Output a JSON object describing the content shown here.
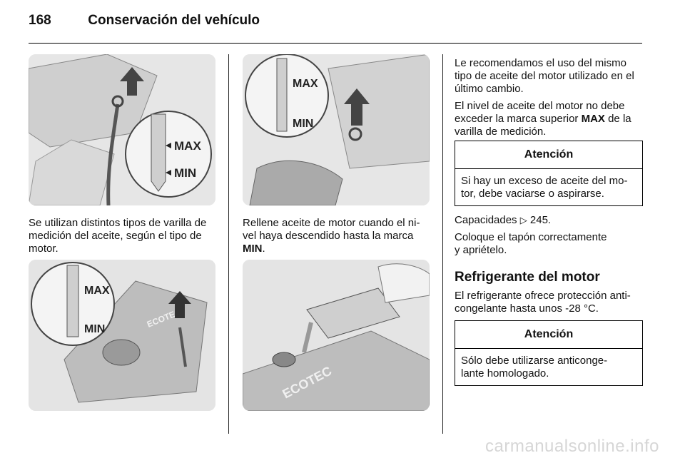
{
  "header": {
    "page_number": "168",
    "title": "Conservación del vehículo"
  },
  "col1": {
    "fig1_labels": {
      "max": "MAX",
      "min": "MIN"
    },
    "paragraph": [
      "Se utilizan distintos tipos de varilla de",
      "medición del aceite, según el tipo de",
      "motor."
    ],
    "fig2_labels": {
      "max": "MAX",
      "min": "MIN",
      "brand": "ECOTEC"
    }
  },
  "col2": {
    "fig1_labels": {
      "max": "MAX",
      "min": "MIN"
    },
    "paragraph": [
      "Rellene aceite de motor cuando el ni-",
      "vel haya descendido hasta la marca"
    ],
    "paragraph_mark": "MIN",
    "fig2_labels": {
      "brand": "ECOTEC"
    }
  },
  "col3": {
    "para1": [
      "Le recomendamos el uso del mismo",
      "tipo de aceite del motor utilizado en el",
      "último cambio."
    ],
    "para2_lines": [
      "El nivel de aceite del motor no debe"
    ],
    "para2_before": "exceder la marca superior ",
    "para2_mark": "MAX",
    "para2_after": " de la",
    "para2_end": "varilla de medición.",
    "attention1": {
      "title": "Atención",
      "lines": [
        "Si hay un exceso de aceite del mo-",
        "tor, debe vaciarse o aspirarse."
      ]
    },
    "capacities_label": "Capacidades",
    "capacities_ref_icon": "arrow-ref-icon",
    "capacities_page": "245.",
    "para4": [
      "Coloque el tapón correctamente",
      "y apriételo."
    ],
    "section_title": "Refrigerante del motor",
    "para5": [
      "El refrigerante ofrece protección anti-",
      "congelante hasta unos -28 °C."
    ],
    "attention2": {
      "title": "Atención",
      "lines": [
        "Sólo debe utilizarse anticonge-",
        "lante homologado."
      ]
    }
  },
  "watermark": "carmanualsonline.info"
}
